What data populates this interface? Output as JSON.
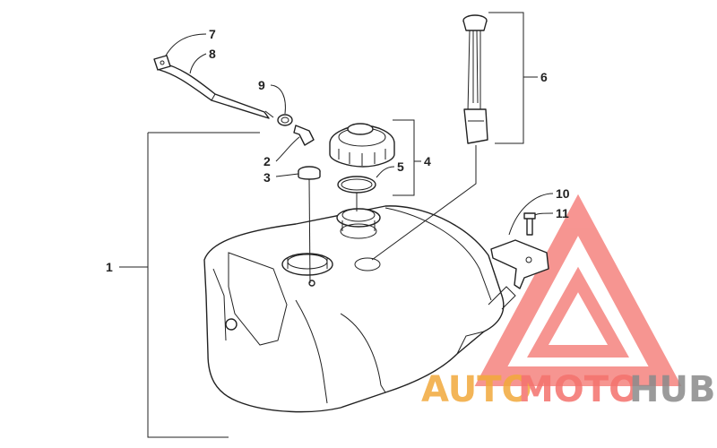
{
  "callouts": {
    "c1": "1",
    "c2": "2",
    "c3": "3",
    "c4": "4",
    "c5": "5",
    "c6": "6",
    "c7": "7",
    "c8": "8",
    "c9": "9",
    "c10": "10",
    "c11": "11"
  },
  "watermark": {
    "part_auto": "AUTO",
    "part_moto": "MOTO",
    "part_hub": "HUB",
    "color_orange": "#f2a93b",
    "color_red": "#f4726d",
    "color_gray": "#8a8a8a"
  }
}
